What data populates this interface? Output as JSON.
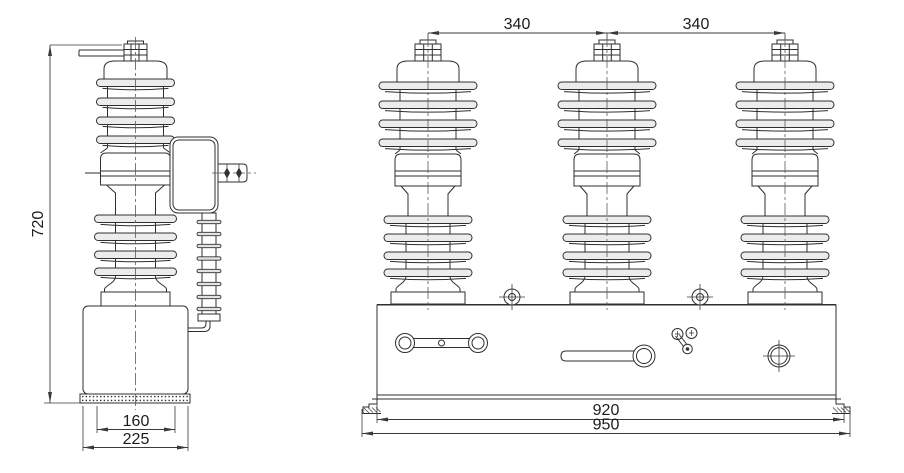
{
  "drawing": {
    "background": "#ffffff",
    "line_color": "#2f2f2f",
    "views": {
      "side": {
        "dims": {
          "height": "720",
          "flange_width": "160",
          "base_width": "225"
        }
      },
      "front": {
        "dims": {
          "pole_pitch_left": "340",
          "pole_pitch_right": "340",
          "body_width": "920",
          "base_width": "950"
        }
      }
    }
  }
}
